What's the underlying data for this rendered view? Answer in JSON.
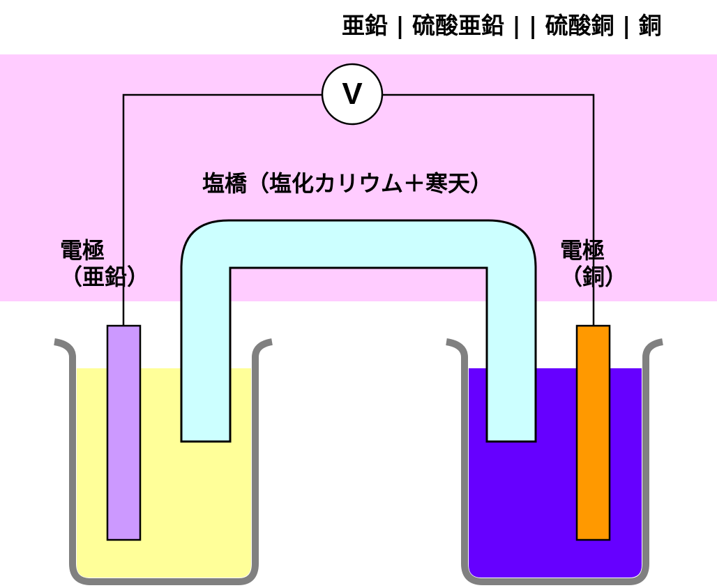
{
  "cell_notation": "亜鉛 | 硫酸亜鉛 | | 硫酸銅 | 銅",
  "voltmeter": {
    "symbol": "V"
  },
  "salt_bridge": {
    "label": "塩橋（塩化カリウム＋寒天）"
  },
  "left_electrode": {
    "line1": "電極",
    "line2": "（亜鉛）",
    "color": "#cc99ff"
  },
  "right_electrode": {
    "line1": "電極",
    "line2": "（銅）",
    "color": "#ff9900"
  },
  "colors": {
    "background_band": "#ffccff",
    "left_solution": "#ffff99",
    "right_solution": "#6600ff",
    "salt_bridge": "#ccffff",
    "beaker": "#808080"
  }
}
